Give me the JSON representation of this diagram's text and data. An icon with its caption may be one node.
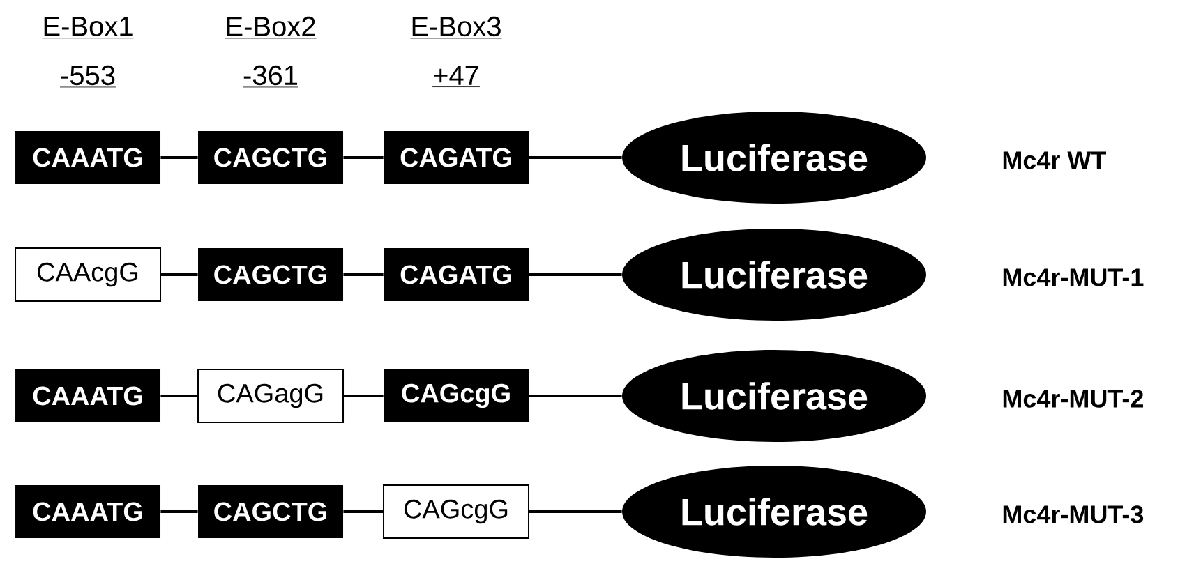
{
  "diagram": {
    "nodes": [
      {
        "text": [
          "CAAATG"
        ]
      },
      {
        "text": [
          "CAGCTG"
        ]
      },
      {
        "text": [
          "CAGATG"
        ]
      },
      {
        "text": [
          "Luciferase"
        ],
        "beside": [
          "Mc4r WT"
        ]
      },
      {
        "text": [
          "CAAcgG"
        ]
      },
      {
        "text": [
          "CAGCTG"
        ]
      },
      {
        "text": [
          "CAGATG"
        ]
      },
      {
        "text": [
          "Luciferase"
        ],
        "beside": [
          "Mc4r-MUT-1"
        ]
      },
      {
        "text": [
          "CAAATG"
        ]
      },
      {
        "text": [
          "CAGagG"
        ]
      },
      {
        "text": [
          "CAGcgG"
        ]
      },
      {
        "text": [
          "Luciferase"
        ],
        "beside": [
          "Mc4r-MUT-2"
        ]
      },
      {
        "text": [
          "CAAATG"
        ]
      },
      {
        "text": [
          "CAGCTG"
        ]
      },
      {
        "text": [
          "CAGcgG"
        ]
      },
      {
        "text": [
          "Luciferase"
        ],
        "beside": [
          "Mc4r-MUT-3"
        ]
      }
    ],
    "edges": [
      {
        "from": 0,
        "to": 1,
        "arrow": "none"
      },
      {
        "from": 1,
        "to": 2,
        "arrow": "none"
      },
      {
        "from": 2,
        "to": 3,
        "arrow": "none"
      },
      {
        "from": 4,
        "to": 5,
        "arrow": "none"
      },
      {
        "from": 5,
        "to": 6,
        "arrow": "none"
      },
      {
        "from": 6,
        "to": 7,
        "arrow": "none"
      },
      {
        "from": 8,
        "to": 9,
        "arrow": "none"
      },
      {
        "from": 9,
        "to": 10,
        "arrow": "none"
      },
      {
        "from": 10,
        "to": 11,
        "arrow": "none"
      },
      {
        "from": 12,
        "to": 13,
        "arrow": "none"
      },
      {
        "from": 13,
        "to": 14,
        "arrow": "none"
      },
      {
        "from": 14,
        "to": 15,
        "arrow": "none"
      }
    ],
    "labels": [
      "E-Box1",
      "E-Box2",
      "E-Box3",
      "-553",
      "-361",
      "+47"
    ]
  }
}
